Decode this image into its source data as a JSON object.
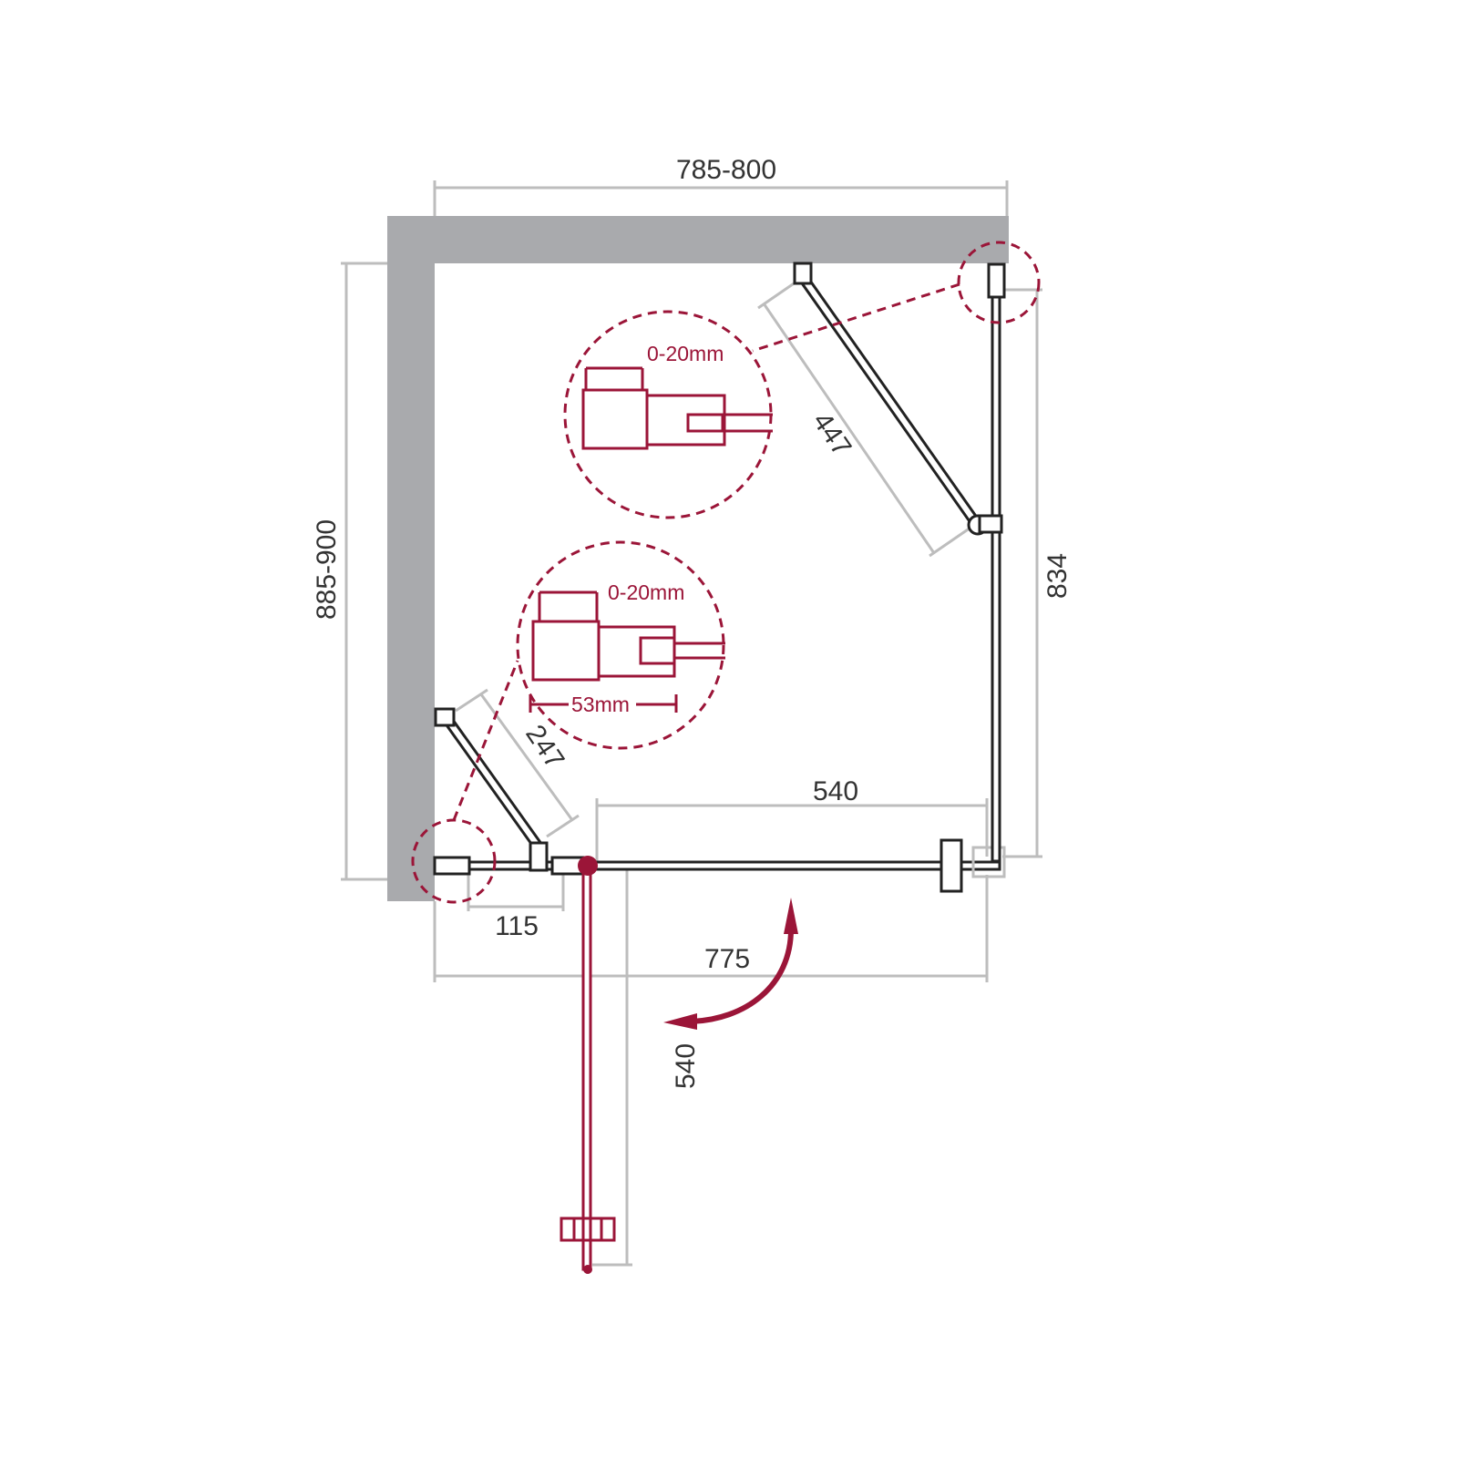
{
  "dimensions": {
    "top_width": "785-800",
    "left_depth": "885-900",
    "right_panel": "834",
    "upper_brace": "447",
    "lower_brace": "247",
    "door_opening": "540",
    "fixed_offset": "115",
    "front_width": "775",
    "door_swing": "540"
  },
  "details": {
    "upper_adjust": "0-20mm",
    "lower_adjust": "0-20mm",
    "lower_profile_width": "53mm"
  },
  "colors": {
    "accent": "#9b1538",
    "wall": "#a9aaad",
    "dimension": "#bdbdbd"
  }
}
